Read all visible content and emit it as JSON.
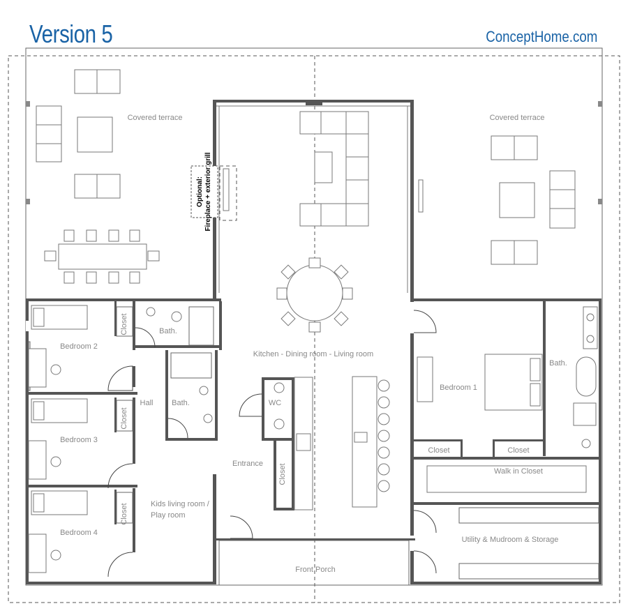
{
  "header": {
    "version": "Version 5",
    "brand": "ConceptHome.com"
  },
  "rooms": {
    "terrace_left": "Covered terrace",
    "terrace_right": "Covered terrace",
    "kitchen": "Kitchen - Dining room - Living room",
    "bedroom1": "Bedroom 1",
    "bedroom2": "Bedroom 2",
    "bedroom3": "Bedroom 3",
    "bedroom4": "Bedroom 4",
    "bath_top": "Bath.",
    "bath_mid": "Bath.",
    "bath_master": "Bath.",
    "hall": "Hall",
    "wc": "WC",
    "entrance": "Entrance",
    "closet_b2": "Closet",
    "closet_b3": "Closet",
    "closet_b4": "Closet",
    "closet_entry": "Closet",
    "closet_m1": "Closet",
    "closet_m2": "Closet",
    "walkin": "Walk in Closet",
    "kids_line1": "Kids living room /",
    "kids_line2": "Play room",
    "utility": "Utility & Mudroom & Storage",
    "porch": "Front  Porch",
    "optional_line1": "Optional:",
    "optional_line2": "Fireplace + exterior grill"
  },
  "colors": {
    "brand": "#1a63a6",
    "wall": "#555555",
    "label": "#888888"
  }
}
